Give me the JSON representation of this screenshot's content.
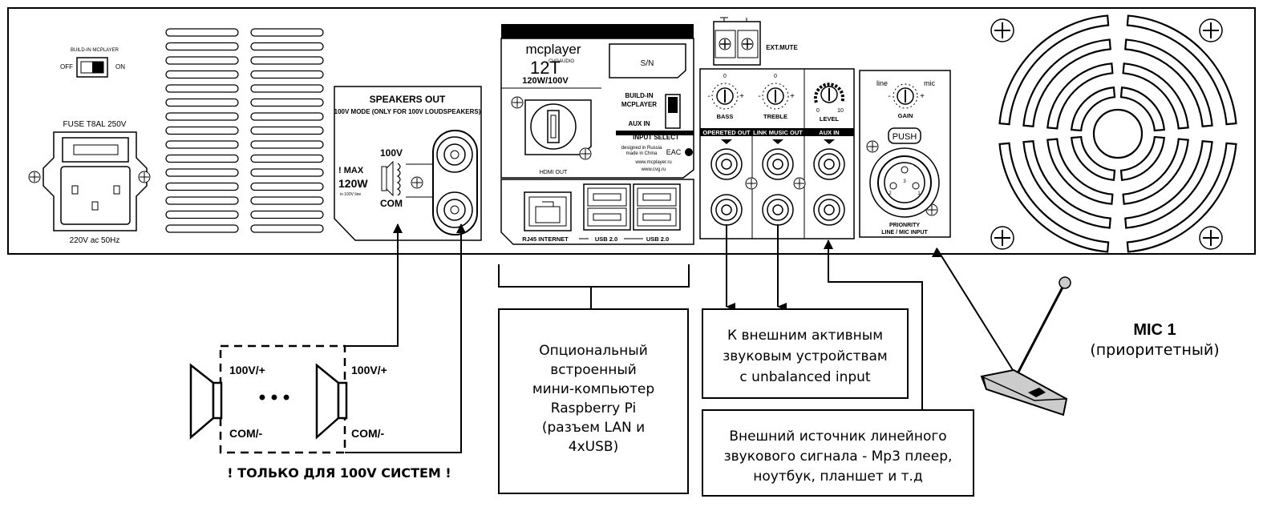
{
  "panel": {
    "build_in_mcplayer_switch": {
      "title": "BUILD-IN MCPLAYER",
      "off": "OFF",
      "on": "ON"
    },
    "fuse": "FUSE T8AL 250V",
    "mains": "220V ac 50Hz",
    "speakers_out": {
      "title": "SPEAKERS OUT",
      "subtitle": "100V MODE (ONLY FOR 100V LOUDSPEAKERS)",
      "max_label": "! MAX",
      "power": "120W",
      "power_note": "in 100V line",
      "v100": "100V",
      "com": "COM"
    },
    "player": {
      "brand": "mcplayer",
      "sub_brand": "CVGAUDIO",
      "model": "12T",
      "rating": "120W/100V",
      "sn": "S/N",
      "input_select_1": "BUILD-IN",
      "input_select_2": "MCPLAYER",
      "input_select_3": "AUX IN",
      "input_select_title": "INPUT SELECT",
      "designed_1": "designed in Russia",
      "designed_2": "made in China",
      "eac": "EAC",
      "web_1": "www.mcplayer.ru",
      "web_2": "www.cvg.ru",
      "hdmi": "HDMI OUT",
      "rj45": "RJ45 INTERNET",
      "usb_a": "USB 2.0",
      "usb_b": "USB 2.0"
    },
    "ext_mute": "EXT.MUTE",
    "bass": "BASS",
    "treble": "TREBLE",
    "level": "LEVEL",
    "level_min": "0",
    "level_max": "10",
    "knob_zero": "0",
    "knob_minus": "-",
    "knob_plus": "+",
    "operated_out": "OPERETED OUT",
    "link_music_out": "LINK MUSIC OUT",
    "aux_in": "AUX IN",
    "line": "line",
    "mic": "mic",
    "gain": "GAIN",
    "push": "PUSH",
    "xlr_pins": [
      "2",
      "3",
      "1"
    ],
    "priority_1": "PRIONRITY",
    "priority_2": "LINE / MIC INPUT"
  },
  "speakers": {
    "dots": "• • •",
    "left_plus": "100V/+",
    "left_minus": "COM/-",
    "right_plus": "100V/+",
    "right_minus": "COM/-",
    "warning": "! ТОЛЬКО ДЛЯ 100V СИСТЕМ !"
  },
  "boxes": {
    "raspberry": [
      "Опциональный",
      "встроенный",
      "мини-компьютер",
      "Raspberry Pi",
      "(разъем LAN и",
      "4xUSB)"
    ],
    "external_out": [
      "К внешним активным",
      "звуковым устройствам",
      "с unbalanced input"
    ],
    "external_in": [
      "Внешний источник линейного",
      "звукового сигнала - Mp3 плеер,",
      "ноутбук, планшет и т.д"
    ]
  },
  "mic": {
    "title": "MIC 1",
    "subtitle": "(приоритетный)"
  }
}
